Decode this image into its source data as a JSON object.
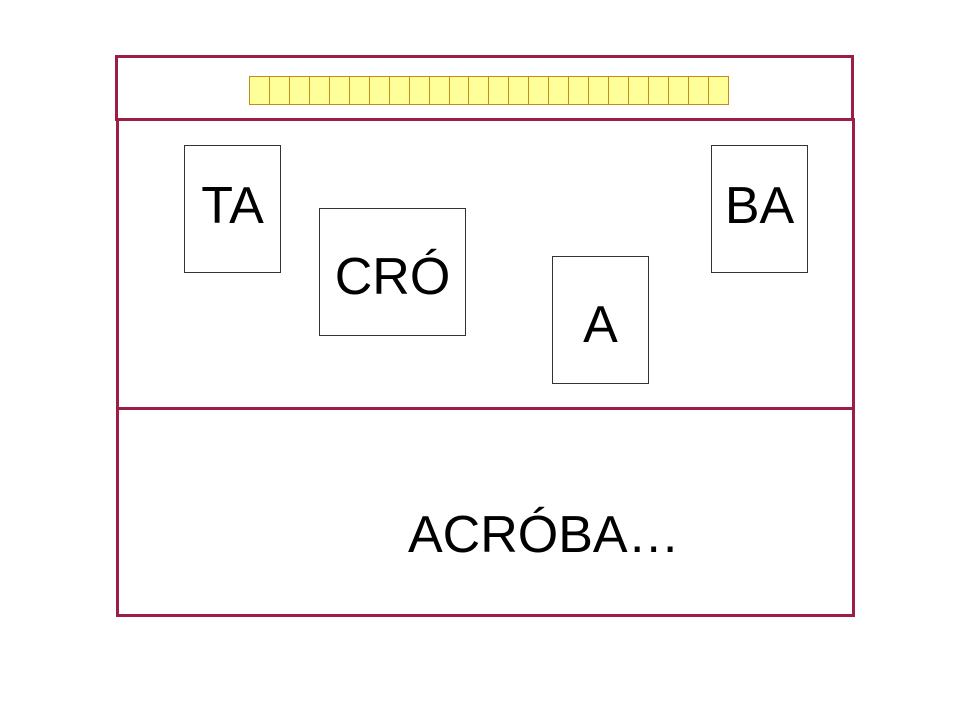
{
  "progress": {
    "segments": 24
  },
  "cards": {
    "ta": {
      "label": "TA"
    },
    "cro": {
      "label": "CRÓ"
    },
    "a": {
      "label": "A"
    },
    "ba": {
      "label": "BA"
    }
  },
  "answer": {
    "text": "ACRÓBA…"
  },
  "colors": {
    "frame_border": "#9b1f45",
    "progress_fill": "#ffff99",
    "progress_border": "#c58b16"
  }
}
